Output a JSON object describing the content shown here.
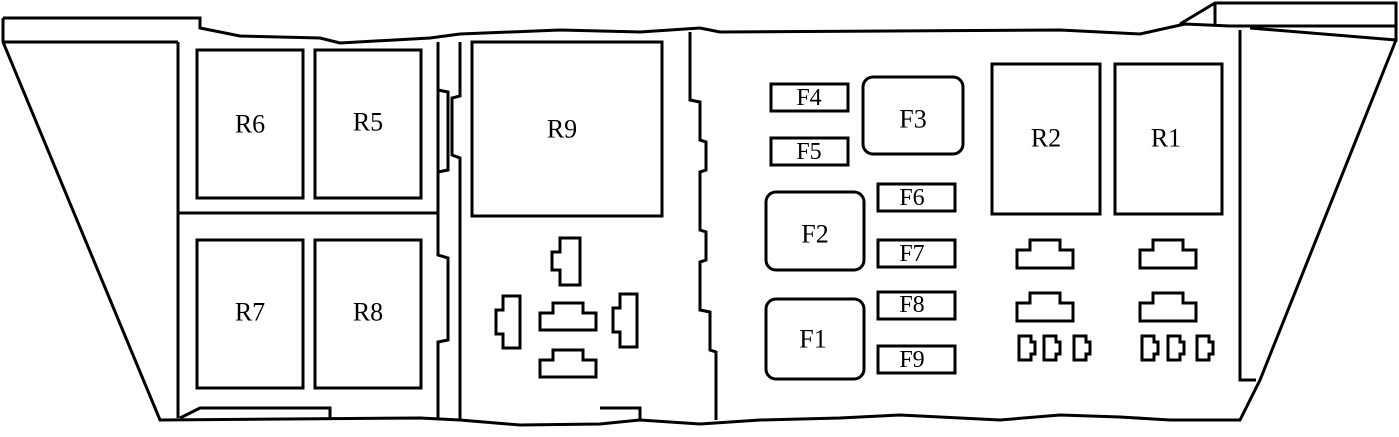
{
  "relays": {
    "r1": "R1",
    "r2": "R2",
    "r5": "R5",
    "r6": "R6",
    "r7": "R7",
    "r8": "R8",
    "r9": "R9"
  },
  "fuses": {
    "f1": "F1",
    "f2": "F2",
    "f3": "F3",
    "f4": "F4",
    "f5": "F5",
    "f6": "F6",
    "f7": "F7",
    "f8": "F8",
    "f9": "F9"
  }
}
